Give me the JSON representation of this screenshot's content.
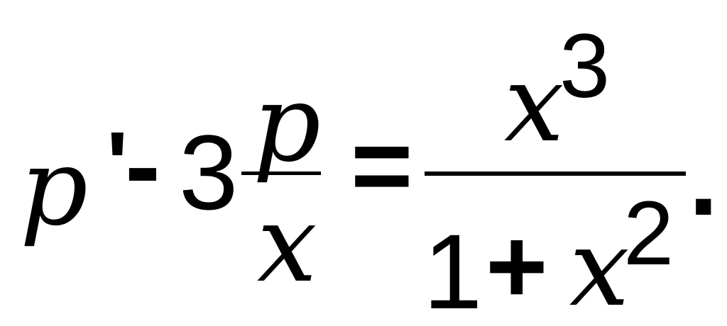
{
  "equation": {
    "lhs": {
      "p": "p",
      "prime": "'",
      "minus": "-",
      "coefficient": "3",
      "fraction": {
        "numerator": "p",
        "denominator": "x"
      }
    },
    "equals": "=",
    "rhs": {
      "fraction": {
        "numerator_base": "x",
        "numerator_exp": "3",
        "denominator_one": "1",
        "denominator_plus": "+",
        "denominator_base": "x",
        "denominator_exp": "2"
      }
    },
    "period": "."
  }
}
